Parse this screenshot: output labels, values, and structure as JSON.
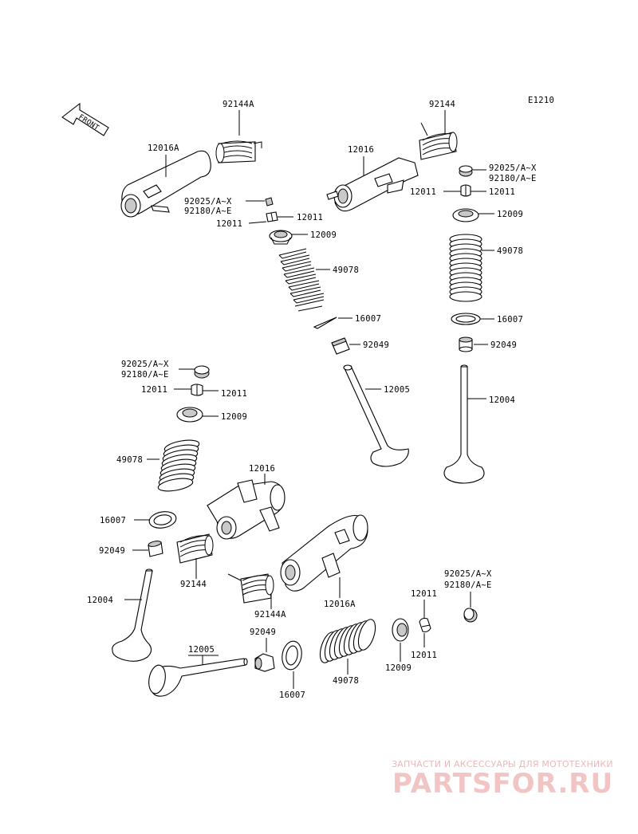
{
  "diagram": {
    "code": "E1210",
    "front_label": "FRONT"
  },
  "labels": {
    "p92144A_top": "92144A",
    "p12016A_top": "12016A",
    "p92144_top": "92144",
    "p12016_top": "12016",
    "p92025_top_mid": "92025/A~X",
    "p92180_top_mid": "92180/A~E",
    "p12011_mid_l": "12011",
    "p12011_mid_r": "12011",
    "p12009_mid": "12009",
    "p49078_mid": "49078",
    "p16007_mid": "16007",
    "p92049_mid": "92049",
    "p12005_mid": "12005",
    "p92025_r": "92025/A~X",
    "p92180_r": "92180/A~E",
    "p12011_r_l": "12011",
    "p12011_r_r": "12011",
    "p12009_r": "12009",
    "p49078_r": "49078",
    "p16007_r": "16007",
    "p92049_r": "92049",
    "p12004_r": "12004",
    "p92025_l": "92025/A~X",
    "p92180_l": "92180/A~E",
    "p12011_l_l": "12011",
    "p12011_l_r": "12011",
    "p12009_l": "12009",
    "p49078_l": "49078",
    "p12016_low": "12016",
    "p16007_l": "16007",
    "p92049_l": "92049",
    "p92144_low": "92144",
    "p12004_l": "12004",
    "p92144A_low": "92144A",
    "p12016A_low": "12016A",
    "p92025_br": "92025/A~X",
    "p92180_br": "92180/A~E",
    "p12011_br_t": "12011",
    "p12011_br_b": "12011",
    "p12005_low": "12005",
    "p92049_low": "92049",
    "p16007_low": "16007",
    "p49078_low": "49078",
    "p12009_low": "12009"
  },
  "watermark": {
    "line1": "ЗАПЧАСТИ И АКСЕССУАРЫ ДЛЯ МОТОТЕХНИКИ",
    "line2": "PARTSFOR.RU"
  }
}
